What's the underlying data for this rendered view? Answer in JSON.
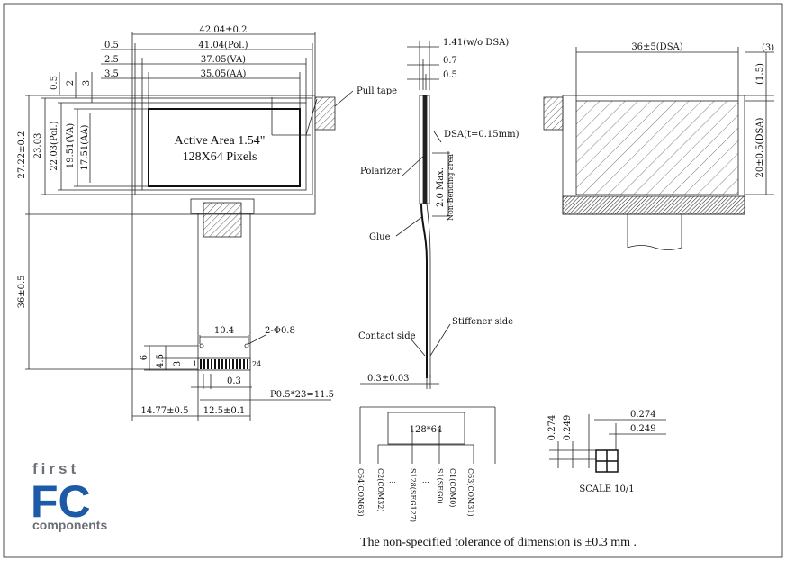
{
  "front_view": {
    "dims_top": {
      "outline": "42.04±0.2",
      "pol": "41.04(Pol.)",
      "va": "37.05(VA)",
      "aa": "35.05(AA)",
      "off_pol": "0.5",
      "off_va": "2.5",
      "off_aa": "3.5"
    },
    "dims_side": {
      "outline": "27.22±0.2",
      "d23": "23.03",
      "pol": "22.03(Pol.)",
      "va": "19.51(VA)",
      "aa": "17.51(AA)",
      "off_05": "0.5",
      "off_2": "2",
      "off_3": "3"
    },
    "active_area_line1": "Active Area 1.54\"",
    "active_area_line2": "128X64 Pixels",
    "pull_tape": "Pull tape",
    "fpc_length": "36±0.5",
    "fpc_dims": {
      "w104": "10.4",
      "holes": "2-Φ0.8",
      "d6": "6",
      "d45": "4.5",
      "d3": "3",
      "pad1": "1",
      "pad24": "24",
      "d03": "0.3",
      "pitch": "P0.5*23=11.5",
      "left": "14.77±0.5",
      "width": "12.5±0.1"
    }
  },
  "side_view": {
    "thickness": "1.41(w/o DSA)",
    "d07": "0.7",
    "d05": "0.5",
    "dsa": "DSA(t=0.15mm)",
    "polarizer": "Polarizer",
    "max": "2.0 Max.",
    "nbend": "Non-Bending area",
    "glue": "Glue",
    "contact": "Contact side",
    "stiffener": "Stiffener side",
    "fpc_t": "0.3±0.03"
  },
  "dsa_view": {
    "width": "36±5(DSA)",
    "d3": "(3)",
    "d15": "(1.5)",
    "height": "20±0.5(DSA)"
  },
  "pixel_map": {
    "label": "128*64",
    "pins": [
      "C64(COM63)",
      "C2(COM32)",
      "...",
      "S128(SEG127)",
      "...",
      "S1(SEG0)",
      "C1(COM0)",
      "C63(COM31)"
    ]
  },
  "pixel_detail": {
    "d0274_v": "0.274",
    "d0249_v": "0.249",
    "d0274_h": "0.274",
    "d0249_h": "0.249",
    "scale": "SCALE 10/1"
  },
  "logo": {
    "first": "first",
    "fc": "FC",
    "components": "components"
  },
  "footer_note": "The non-specified tolerance of dimension is ±0.3 mm .",
  "colors": {
    "logo_gray": "#6b6f78",
    "logo_blue": "#1d5ba8",
    "line": "#222222"
  }
}
